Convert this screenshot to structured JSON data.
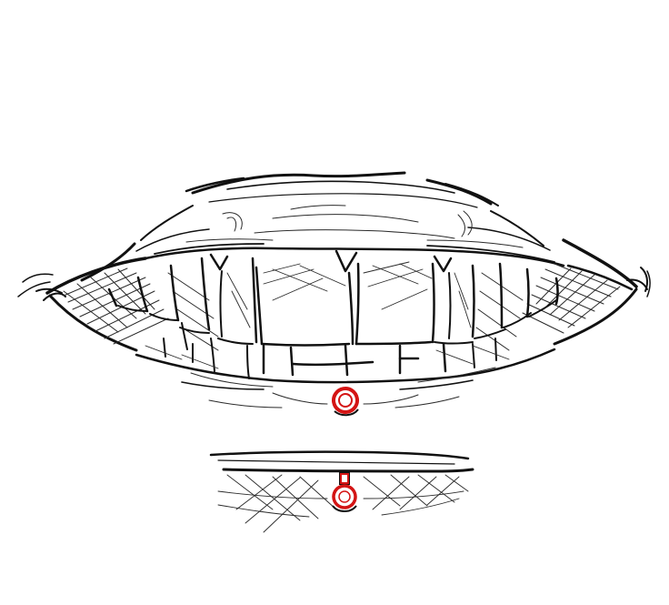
{
  "artwork": {
    "kind": "sketch",
    "palette": {
      "background": "#ffffff",
      "ink": "#111111",
      "hatch": "#2a2a2a",
      "piercing": "#d41414"
    },
    "elements": [
      "upper-lip",
      "teeth",
      "lower-lip",
      "lip-piercing-front",
      "lip-piercing-side"
    ]
  }
}
